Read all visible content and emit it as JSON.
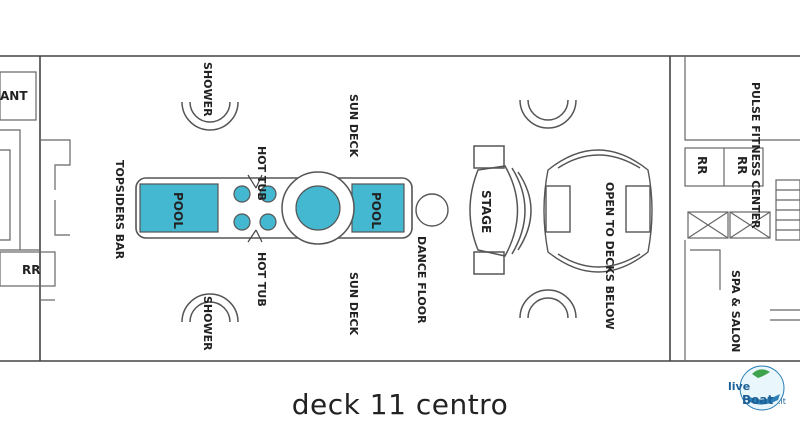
{
  "caption": "deck 11 centro",
  "labels": {
    "restaurant_partial": "ANT",
    "rr_left": "RR",
    "shower_top": "SHOWER",
    "shower_bottom": "SHOWER",
    "sun_deck_top": "SUN DECK",
    "sun_deck_bottom": "SUN DECK",
    "hot_tub_top": "HOT TUB",
    "hot_tub_bottom": "HOT TUB",
    "topsiders_bar": "TOPSIDERS BAR",
    "pool_left": "POOL",
    "pool_right": "POOL",
    "dance_floor": "DANCE FLOOR",
    "stage": "STAGE",
    "open_to_decks_below": "OPEN TO DECKS BELOW",
    "pulse_fitness_center": "PULSE FITNESS CENTER",
    "rr_right_1": "RR",
    "rr_right_2": "RR",
    "spa_salon": "SPA & SALON"
  },
  "logo": {
    "text_live": "live",
    "text_boat": "Boat",
    "suffix": ".it"
  },
  "colors": {
    "pool": "#45b8d1",
    "line": "#555555"
  }
}
